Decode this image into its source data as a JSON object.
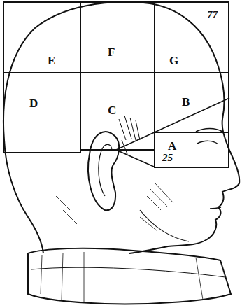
{
  "diagram": {
    "nodes": [
      {
        "text": [
          "E"
        ]
      },
      {
        "text": [
          "F"
        ]
      },
      {
        "text": [
          "G",
          "77"
        ]
      },
      {
        "text": [
          "D"
        ]
      },
      {
        "text": [
          "C"
        ]
      },
      {
        "text": [
          "B"
        ]
      },
      {
        "text": [
          "A",
          "25"
        ]
      }
    ]
  }
}
